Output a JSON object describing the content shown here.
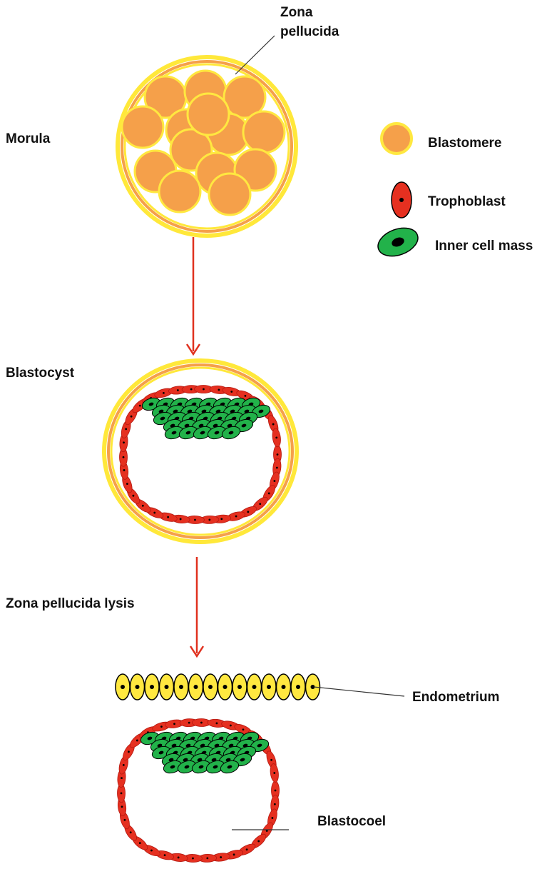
{
  "labels": {
    "zona_line1": "Zona",
    "zona_line2": "pellucida",
    "morula": "Morula",
    "blastocyst": "Blastocyst",
    "lysis": "Zona pellucida lysis",
    "endometrium": "Endometrium",
    "blastocoel": "Blastocoel"
  },
  "legend": [
    {
      "key": "blastomere",
      "label": "Blastomere"
    },
    {
      "key": "trophoblast",
      "label": "Trophoblast"
    },
    {
      "key": "icm",
      "label": "Inner cell mass"
    }
  ],
  "colors": {
    "blastomere_fill": "#F5A04A",
    "blastomere_stroke": "#FFE840",
    "zona_outer": "#FFE83A",
    "zona_inner": "#F5A04A",
    "trophoblast_fill": "#E53020",
    "icm_fill": "#22B24A",
    "endometrium_fill": "#FFE840",
    "arrow": "#E0301E",
    "nucleus": "#000000"
  },
  "endometrium_cell_count": 14
}
